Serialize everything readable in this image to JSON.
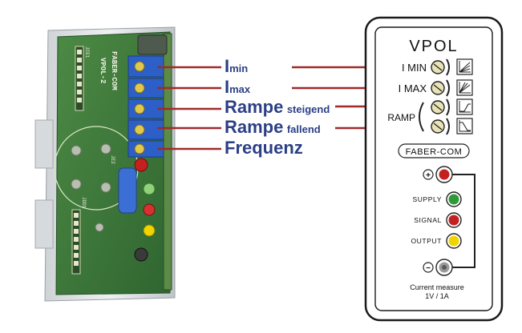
{
  "pcb": {
    "brand": "FABER-COM",
    "model": "VPOL-2",
    "silk_jce1": "JCE1",
    "silk_je2": "JE2",
    "silk_jdd1": "JDD1"
  },
  "callouts": [
    {
      "main": "I",
      "sub": "min"
    },
    {
      "main": "I",
      "sub": "max"
    },
    {
      "main": "Rampe",
      "sub": "steigend"
    },
    {
      "main": "Rampe",
      "sub": "fallend"
    },
    {
      "main": "Frequenz",
      "sub": ""
    }
  ],
  "panel": {
    "title": "VPOL",
    "imin_label": "I MIN",
    "imax_label": "I MAX",
    "ramp_label": "RAMP",
    "brand": "FABER-COM",
    "supply_label": "SUPPLY",
    "signal_label": "SIGNAL",
    "output_label": "OUTPUT",
    "footer_line1": "Current measure",
    "footer_line2": "1V / 1A",
    "plus_symbol": "+",
    "minus_symbol": "−"
  },
  "colors": {
    "callout_text": "#2b3f86",
    "callout_line": "#a02a2a",
    "pcb_green": "#3f7a3a",
    "pot_blue": "#2c5fc8",
    "led_green": "#2e9a3a",
    "led_red": "#c42020",
    "led_yellow": "#f0d400"
  }
}
